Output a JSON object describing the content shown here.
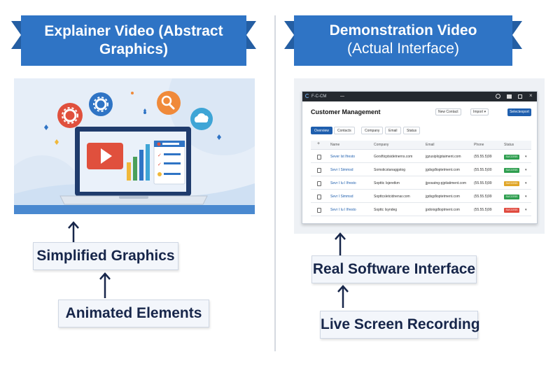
{
  "left": {
    "banner_line1": "Explainer Video (Abstract",
    "banner_line2": "Graphics)",
    "label1": "Simplified Graphics",
    "label2": "Animated Elements"
  },
  "right": {
    "banner_line1": "Demonstration Video",
    "banner_line2": "(Actual Interface)",
    "label1": "Real Software Interface",
    "label2": "Live Screen Recording",
    "crm": {
      "window_title": "F-C-CM",
      "heading": "Customer Management",
      "btn_new": "New Contact",
      "btn_import": "Import",
      "btn_primary": "Selectexport",
      "tabs": [
        "Overview",
        "Contacts",
        "Company",
        "Email",
        "Status"
      ],
      "columns": [
        "Name",
        "Company",
        "Email",
        "Phone",
        "Status"
      ],
      "add_symbol": "+",
      "rows": [
        {
          "name": "Sever Ist Ifresto",
          "company": "Gorsfticptsidetnerns.com",
          "email": "jgzusiplojptaiment.com",
          "phone": "(55.55.5)99",
          "status": "SUCCESS",
          "color": "#2e9e4f"
        },
        {
          "name": "Sevr I Simmsd",
          "company": "Somsticstanaggstog",
          "email": "jgdsgđioptetment.com",
          "phone": "(55.55.5)00",
          "status": "SUCCESS",
          "color": "#2e9e4f"
        },
        {
          "name": "Sevr I Iu I Ifresto",
          "company": "Sopttic Isjeretkm",
          "email": "jjposatng-pjptiatiment.com",
          "phone": "(55.55.5)99",
          "status": "SUCCESS",
          "color": "#e0a526"
        },
        {
          "name": "Sevr I Simmsd",
          "company": "Sopttcsletcidnenar.com",
          "email": "jgdsgđioptetment.com",
          "phone": "(55.55.5)99",
          "status": "SUCCESS",
          "color": "#2e9e4f"
        },
        {
          "name": "Sevr I Iu I Ifresto",
          "company": "Sopttc Isyndeg",
          "email": "jpdoiogđioptment.com",
          "phone": "(55.55.5)99",
          "status": "SUCCESS",
          "color": "#e04a3f"
        }
      ]
    }
  },
  "colors": {
    "banner": "#2f74c5",
    "accent": "#1f5fae"
  }
}
